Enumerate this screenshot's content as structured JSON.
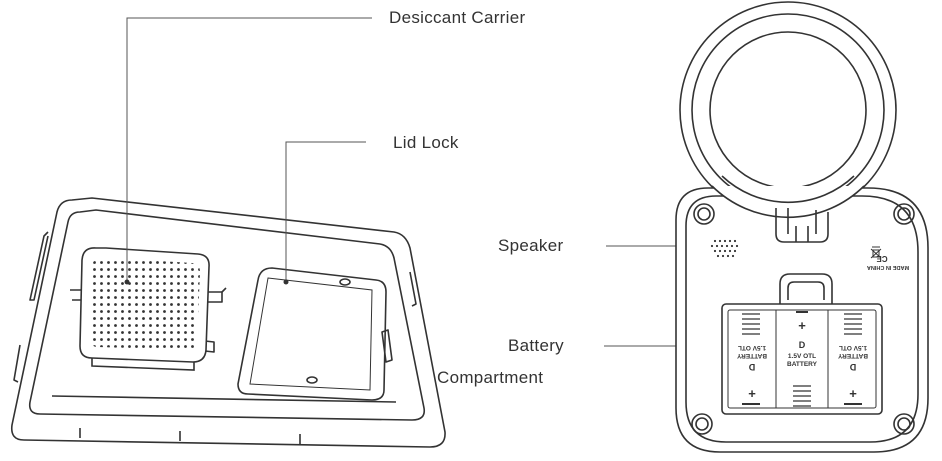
{
  "labels": {
    "desiccant_carrier": "Desiccant Carrier",
    "lid_lock": "Lid Lock",
    "speaker": "Speaker",
    "battery_line1": "Battery",
    "battery_line2": "Compartment"
  },
  "battery_markings": {
    "left": {
      "letter": "D",
      "line1": "BATTERY",
      "line2": "1.5V OTL"
    },
    "center": {
      "letter": "D",
      "line1": "1.5V OTL",
      "line2": "BATTERY"
    },
    "right": {
      "letter": "D",
      "line1": "BATTERY",
      "line2": "1.5V OTL"
    },
    "plus": "+"
  },
  "device_markings": {
    "made_in": "MADE IN CHINA",
    "ce": "CE"
  },
  "colors": {
    "stroke": "#333333",
    "leader": "#555555",
    "text": "#333333"
  }
}
